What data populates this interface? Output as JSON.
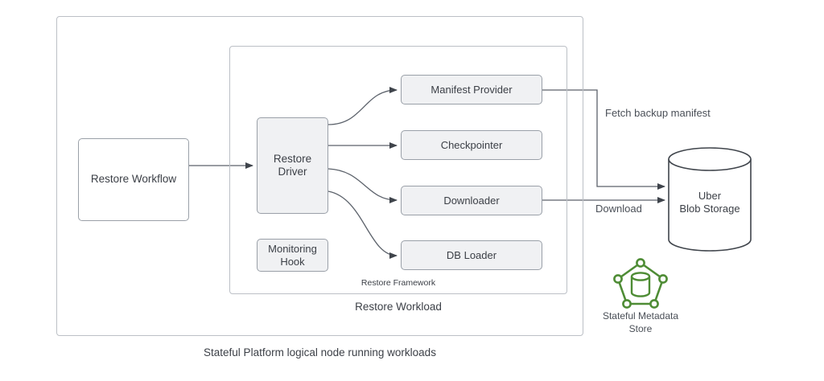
{
  "diagram": {
    "title_caption": "Stateful Platform logical node running workloads",
    "outer_container_label": "Restore Workload",
    "inner_container_label": "Restore Framework",
    "accent_green": "#4e8c35",
    "node_fill_grey": "#f0f1f3",
    "node_fill_white": "#ffffff",
    "stroke": "#9aa0a8",
    "container_stroke": "#bcc0c6",
    "text_color": "#3b3f46"
  },
  "nodes": {
    "restore_workflow": {
      "label": "Restore Workflow"
    },
    "restore_driver": {
      "label_line1": "Restore",
      "label_line2": "Driver"
    },
    "monitoring_hook": {
      "label_line1": "Monitoring",
      "label_line2": "Hook"
    },
    "manifest_provider": {
      "label": "Manifest Provider"
    },
    "checkpointer": {
      "label": "Checkpointer"
    },
    "downloader": {
      "label": "Downloader"
    },
    "db_loader": {
      "label": "DB Loader"
    },
    "blob_storage": {
      "label_line1": "Uber",
      "label_line2": "Blob Storage"
    },
    "metadata_store": {
      "label_line1": "Stateful Metadata",
      "label_line2": "Store",
      "icon": "pentagon-database-icon"
    }
  },
  "edges": [
    {
      "from": "restore_workflow",
      "to": "restore_driver",
      "label": ""
    },
    {
      "from": "restore_driver",
      "to": "manifest_provider",
      "label": ""
    },
    {
      "from": "restore_driver",
      "to": "checkpointer",
      "label": ""
    },
    {
      "from": "restore_driver",
      "to": "downloader",
      "label": ""
    },
    {
      "from": "restore_driver",
      "to": "db_loader",
      "label": ""
    },
    {
      "from": "manifest_provider",
      "to": "blob_storage",
      "label": "Fetch backup manifest"
    },
    {
      "from": "downloader",
      "to": "blob_storage",
      "label": "Download"
    }
  ],
  "edge_labels": {
    "fetch_manifest": "Fetch backup manifest",
    "download": "Download"
  }
}
